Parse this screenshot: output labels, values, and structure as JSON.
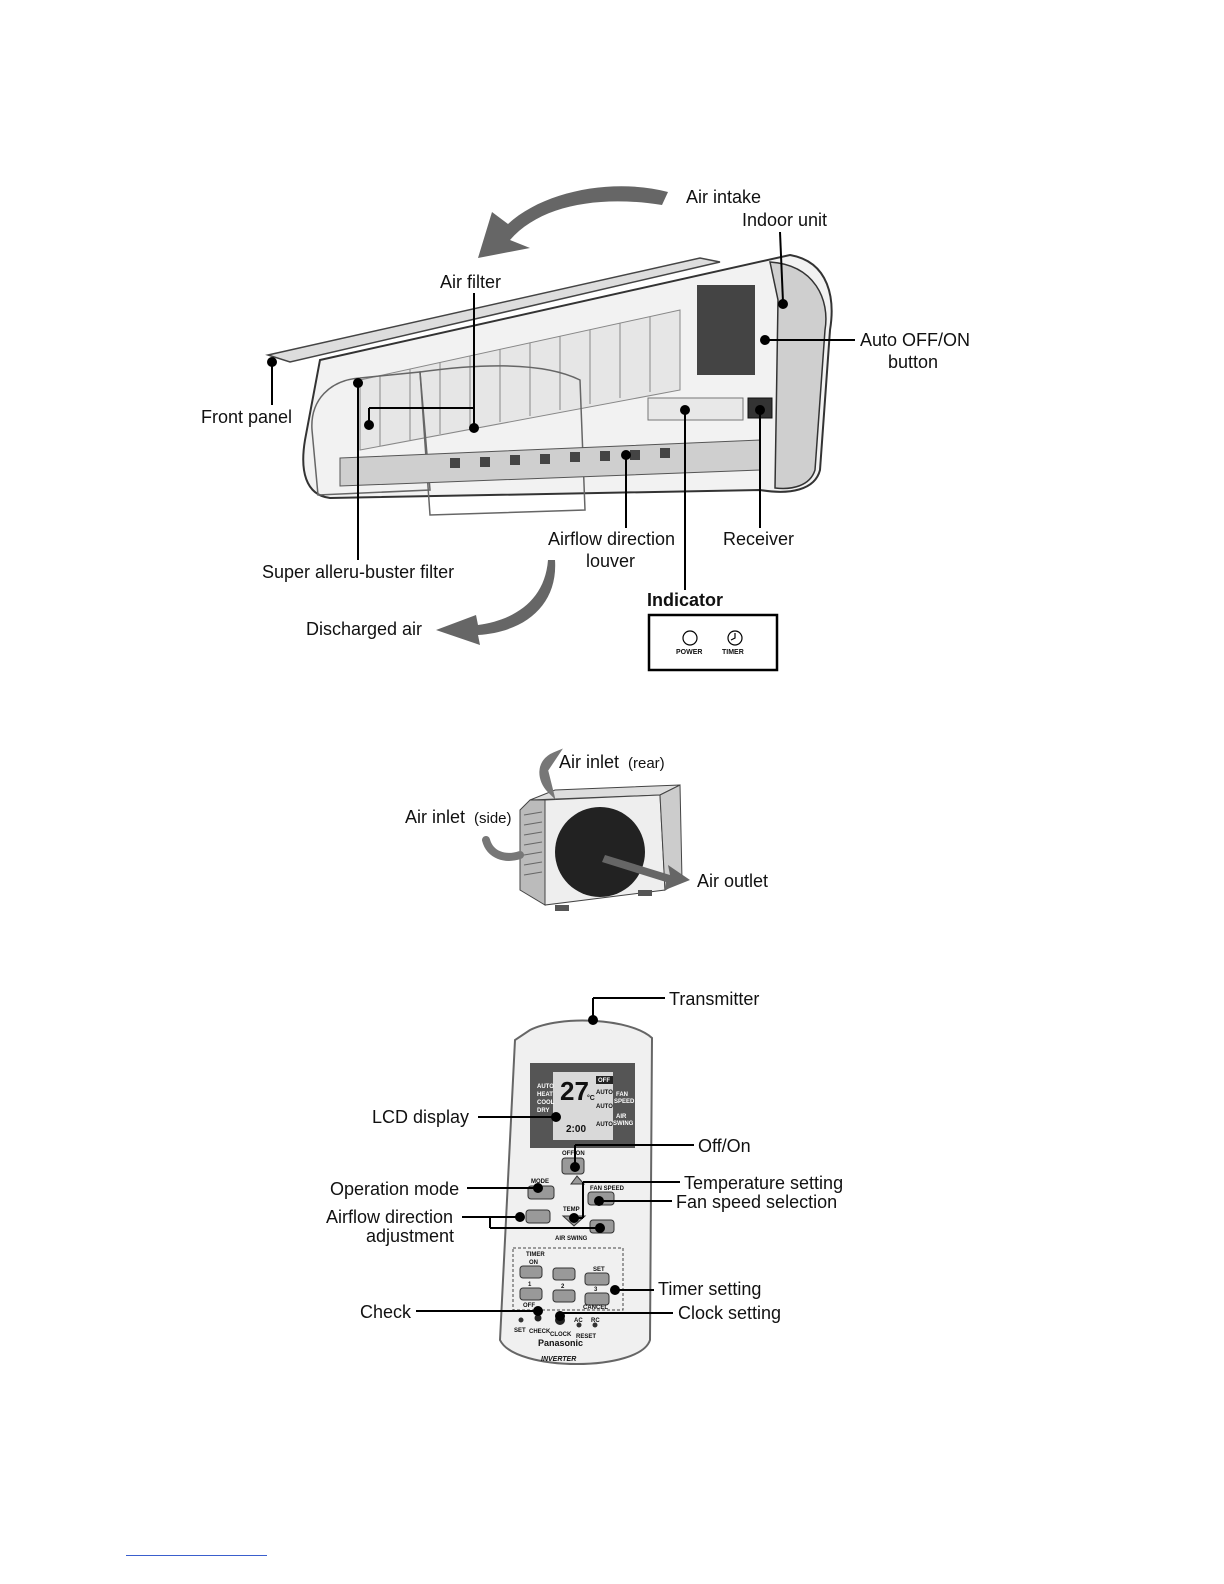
{
  "indoor_unit": {
    "labels": {
      "air_intake": "Air intake",
      "indoor_unit": "Indoor unit",
      "air_filter": "Air filter",
      "auto_off_on_line1": "Auto OFF/ON",
      "auto_off_on_line2": "button",
      "front_panel": "Front panel",
      "receiver": "Receiver",
      "airflow_louver_line1": "Airflow direction",
      "airflow_louver_line2": "louver",
      "super_filter": "Super alleru-buster filter",
      "discharged_air": "Discharged air"
    },
    "indicator": {
      "title": "Indicator",
      "power": "POWER",
      "timer": "TIMER"
    }
  },
  "outdoor_unit": {
    "labels": {
      "air_inlet_rear": "Air inlet",
      "rear_suffix": "(rear)",
      "air_inlet_side": "Air inlet",
      "side_suffix": "(side)",
      "air_outlet": "Air outlet"
    }
  },
  "remote_control": {
    "labels": {
      "transmitter": "Transmitter",
      "lcd_display": "LCD display",
      "off_on": "Off/On",
      "operation_mode": "Operation mode",
      "temperature_setting": "Temperature setting",
      "fan_speed_selection": "Fan speed selection",
      "airflow_adjust_line1": "Airflow direction",
      "airflow_adjust_line2": "adjustment",
      "timer_setting": "Timer setting",
      "check": "Check",
      "clock_setting": "Clock setting"
    },
    "lcd": {
      "temp": "27",
      "unit": "°C",
      "off": "OFF",
      "modes": [
        "AUTO",
        "HEAT",
        "COOL",
        "DRY"
      ],
      "auto": "AUTO",
      "fan_speed_l1": "FAN",
      "fan_speed_l2": "SPEED",
      "air_swing_l1": "AIR",
      "air_swing_l2": "SWING",
      "clock": "2:00"
    },
    "buttons": {
      "off_on": "OFF/ON",
      "mode": "MODE",
      "fan_speed": "FAN SPEED",
      "temp": "TEMP",
      "air_swing": "AIR SWING",
      "timer": "TIMER",
      "on": "ON",
      "off": "OFF",
      "set": "SET",
      "cancel": "CANCEL",
      "one": "1",
      "two": "2",
      "three": "3",
      "set_small": "SET",
      "check_small": "CHECK",
      "clock_small": "CLOCK",
      "ac": "AC",
      "rc": "RC",
      "reset": "RESET"
    },
    "brand": "Panasonic",
    "inverter": "INVERTER"
  }
}
